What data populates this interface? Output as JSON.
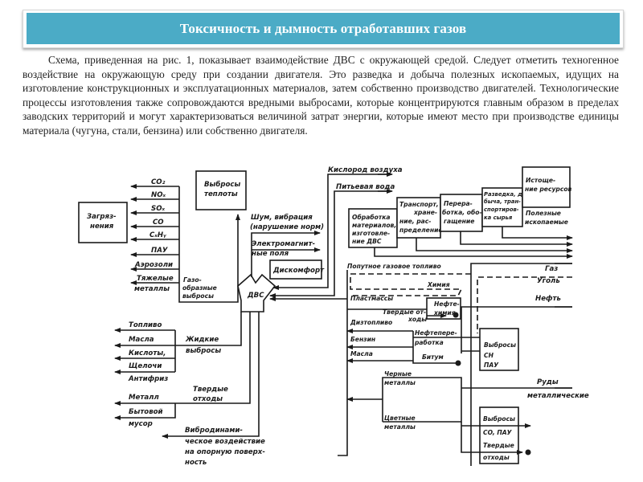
{
  "header": {
    "title": "Токсичность и дымность отработавших газов"
  },
  "body": {
    "paragraph": "Схема, приведенная на рис. 1, показывает взаимодействие ДВС с окружающей средой. Следует отметить техногенное воздействие на окружающую среду при создании двигателя. Это разведка и добыча полезных ископаемых, идущих на изготовление конструкционных и эксплуатационных материалов, затем собственно производство двигателей. Технологические процессы изготовления также сопровождаются вредными выбросами, которые концентрируются главным образом в пределах заводских территорий и могут характеризоваться величиной затрат энергии, которые имеют место при производстве единицы материала (чугуна, стали, бензина) или собственно двигателя."
  },
  "diagram": {
    "center": "ДВС",
    "pollution_box": [
      "Загряз-",
      "нения"
    ],
    "heat_box": [
      "Выбросы",
      "теплоты"
    ],
    "gas_emissions_label": [
      "Газо-",
      "образные",
      "выбросы"
    ],
    "gas_pollutants": [
      "CO₂",
      "NOₓ",
      "SOₓ",
      "CO",
      "CₓHᵧ",
      "ПАУ",
      "Аэрозоли",
      "Тяжелые",
      "металлы"
    ],
    "noise": [
      "Шум, вибрация",
      "(нарушение норм)"
    ],
    "em_fields": [
      "Электромагнит-",
      "ные поля"
    ],
    "discomfort": "Дискомфорт",
    "oxygen": "Кислород воздуха",
    "water": "Питьевая вода",
    "chain": {
      "processing": [
        "Обработка",
        "материалов,",
        "изготовле-",
        "ние ДВС"
      ],
      "transport": [
        "Транспорт,",
        "хране-",
        "ние, рас-",
        "пределение"
      ],
      "refining": [
        "Перера-",
        "ботка, обо-",
        "гащение"
      ],
      "exploration": [
        "Разведка, до-",
        "быча, тран-",
        "спортиров-",
        "ка сырья"
      ],
      "depletion": [
        "Истоще-",
        "ние ресурсов"
      ],
      "minerals": [
        "Полезные",
        "ископаемые"
      ]
    },
    "assoc_gas": "Попутное газовое топливо",
    "chemistry": "Химия",
    "gas": "Газ",
    "coal": "Уголь",
    "oil": "Нефть",
    "plastics": "Пластмассы",
    "petrochem": [
      "Нефте-",
      "химия"
    ],
    "solid_waste_1": [
      "Твердые от-",
      "ходы"
    ],
    "diesel": "Дизтопливо",
    "refinery": [
      "Нефтепере-",
      "работка"
    ],
    "gasoline": "Бензин",
    "oils": "Масла",
    "bitumen": "Битум",
    "emissions_box_1": [
      "Выбросы",
      "CH",
      "ПАУ"
    ],
    "ferrous": [
      "Черные",
      "металлы"
    ],
    "nonferrous": [
      "Цветные",
      "металлы"
    ],
    "ores": [
      "Руды",
      "металлические"
    ],
    "emissions_box_2": [
      "Выбросы",
      "CO, ПАУ",
      "Твердые",
      "отходы"
    ],
    "liquid_emissions_label": [
      "Жидкие",
      "выбросы"
    ],
    "liquid_items": [
      "Топливо",
      "Масла",
      "Кислоты,",
      "Щелочи",
      "Антифриз"
    ],
    "solid_waste_label": [
      "Твердые",
      "отходы"
    ],
    "solid_items": [
      "Металл",
      "Бытовой",
      "мусор"
    ],
    "vibro": [
      "Вибродинами-",
      "ческое воздействие",
      "на опорную поверх-",
      "ность"
    ]
  }
}
